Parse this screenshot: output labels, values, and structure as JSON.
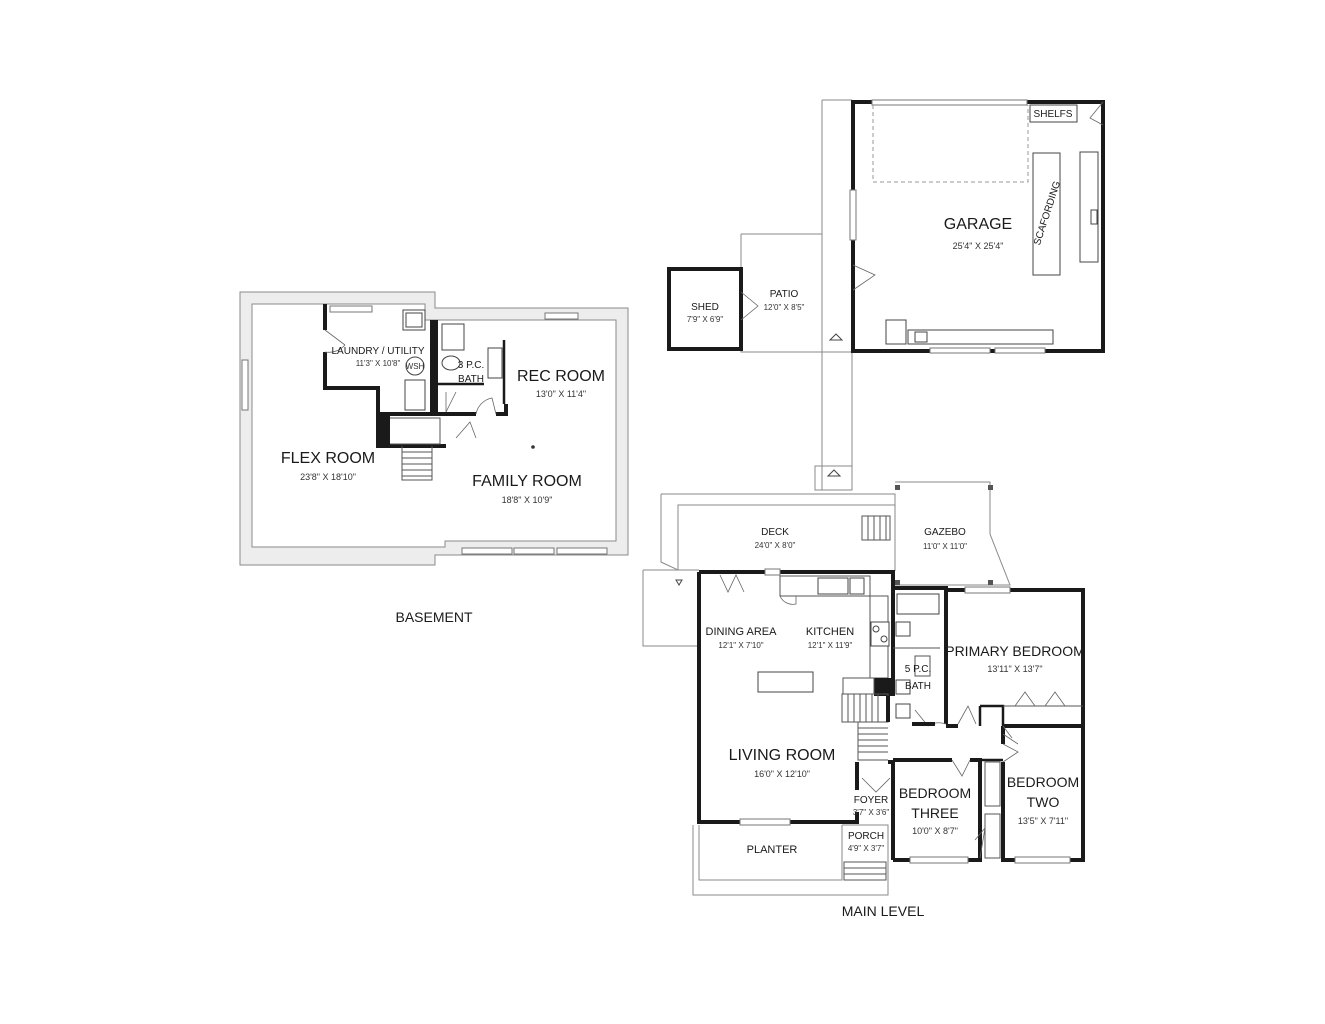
{
  "levels": {
    "basement": "BASEMENT",
    "main": "MAIN LEVEL"
  },
  "basement": {
    "laundry": {
      "name": "LAUNDRY / UTILITY",
      "dims": "11'3\" X 10'8\""
    },
    "bath": {
      "name_line1": "3 P.C.",
      "name_line2": "BATH"
    },
    "rec_room": {
      "name": "REC ROOM",
      "dims": "13'0\" X 11'4\""
    },
    "flex_room": {
      "name": "FLEX ROOM",
      "dims": "23'8\" X 18'10\""
    },
    "family_room": {
      "name": "FAMILY ROOM",
      "dims": "18'8\" X 10'9\""
    }
  },
  "outbuildings": {
    "garage": {
      "name": "GARAGE",
      "dims": "25'4\" X 25'4\""
    },
    "shelfs": "SHELFS",
    "scafording": "SCAFORDING",
    "patio": {
      "name": "PATIO",
      "dims": "12'0\" X 8'5\""
    },
    "shed": {
      "name": "SHED",
      "dims": "7'9\" X 6'9\""
    }
  },
  "main": {
    "deck": {
      "name": "DECK",
      "dims": "24'0\" X 8'0\""
    },
    "gazebo": {
      "name": "GAZEBO",
      "dims": "11'0\" X 11'0\""
    },
    "dining": {
      "name": "DINING AREA",
      "dims": "12'1\" X 7'10\""
    },
    "kitchen": {
      "name": "KITCHEN",
      "dims": "12'1\" X 11'9\""
    },
    "bath": {
      "name_line1": "5 P.C.",
      "name_line2": "BATH"
    },
    "primary": {
      "name": "PRIMARY BEDROOM",
      "dims": "13'11\" X 13'7\""
    },
    "living": {
      "name": "LIVING ROOM",
      "dims": "16'0\" X 12'10\""
    },
    "foyer": {
      "name": "FOYER",
      "dims": "3'7\" X 3'6\""
    },
    "bedroom_three": {
      "name_line1": "BEDROOM",
      "name_line2": "THREE",
      "dims": "10'0\" X 8'7\""
    },
    "bedroom_two": {
      "name_line1": "BEDROOM",
      "name_line2": "TWO",
      "dims": "13'5\" X 7'11\""
    },
    "planter": {
      "name": "PLANTER"
    },
    "porch": {
      "name": "PORCH",
      "dims": "4'9\" X 3'7\""
    },
    "washer_label": "WSH"
  }
}
